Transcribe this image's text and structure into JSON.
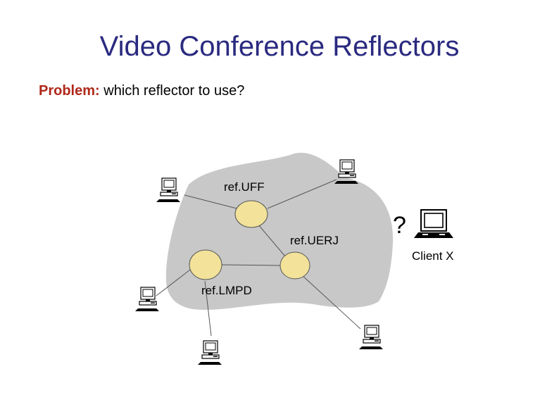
{
  "slide": {
    "title": "Video Conference Reflectors",
    "problem_label": "Problem:",
    "problem_text": " which reflector to use?"
  },
  "diagram": {
    "colors": {
      "cloud": "#c8c8c8",
      "reflector": "#f2e29a",
      "reflector_stroke": "#555555",
      "line": "#555555"
    },
    "reflectors": [
      {
        "id": "uff",
        "label": "ref.UFF"
      },
      {
        "id": "uerj",
        "label": "ref.UERJ"
      },
      {
        "id": "lmpd",
        "label": "ref.LMPD"
      }
    ],
    "client": {
      "question": "?",
      "label": "Client X",
      "icon": "laptop-icon"
    },
    "computer_icon": "computer-icon"
  }
}
